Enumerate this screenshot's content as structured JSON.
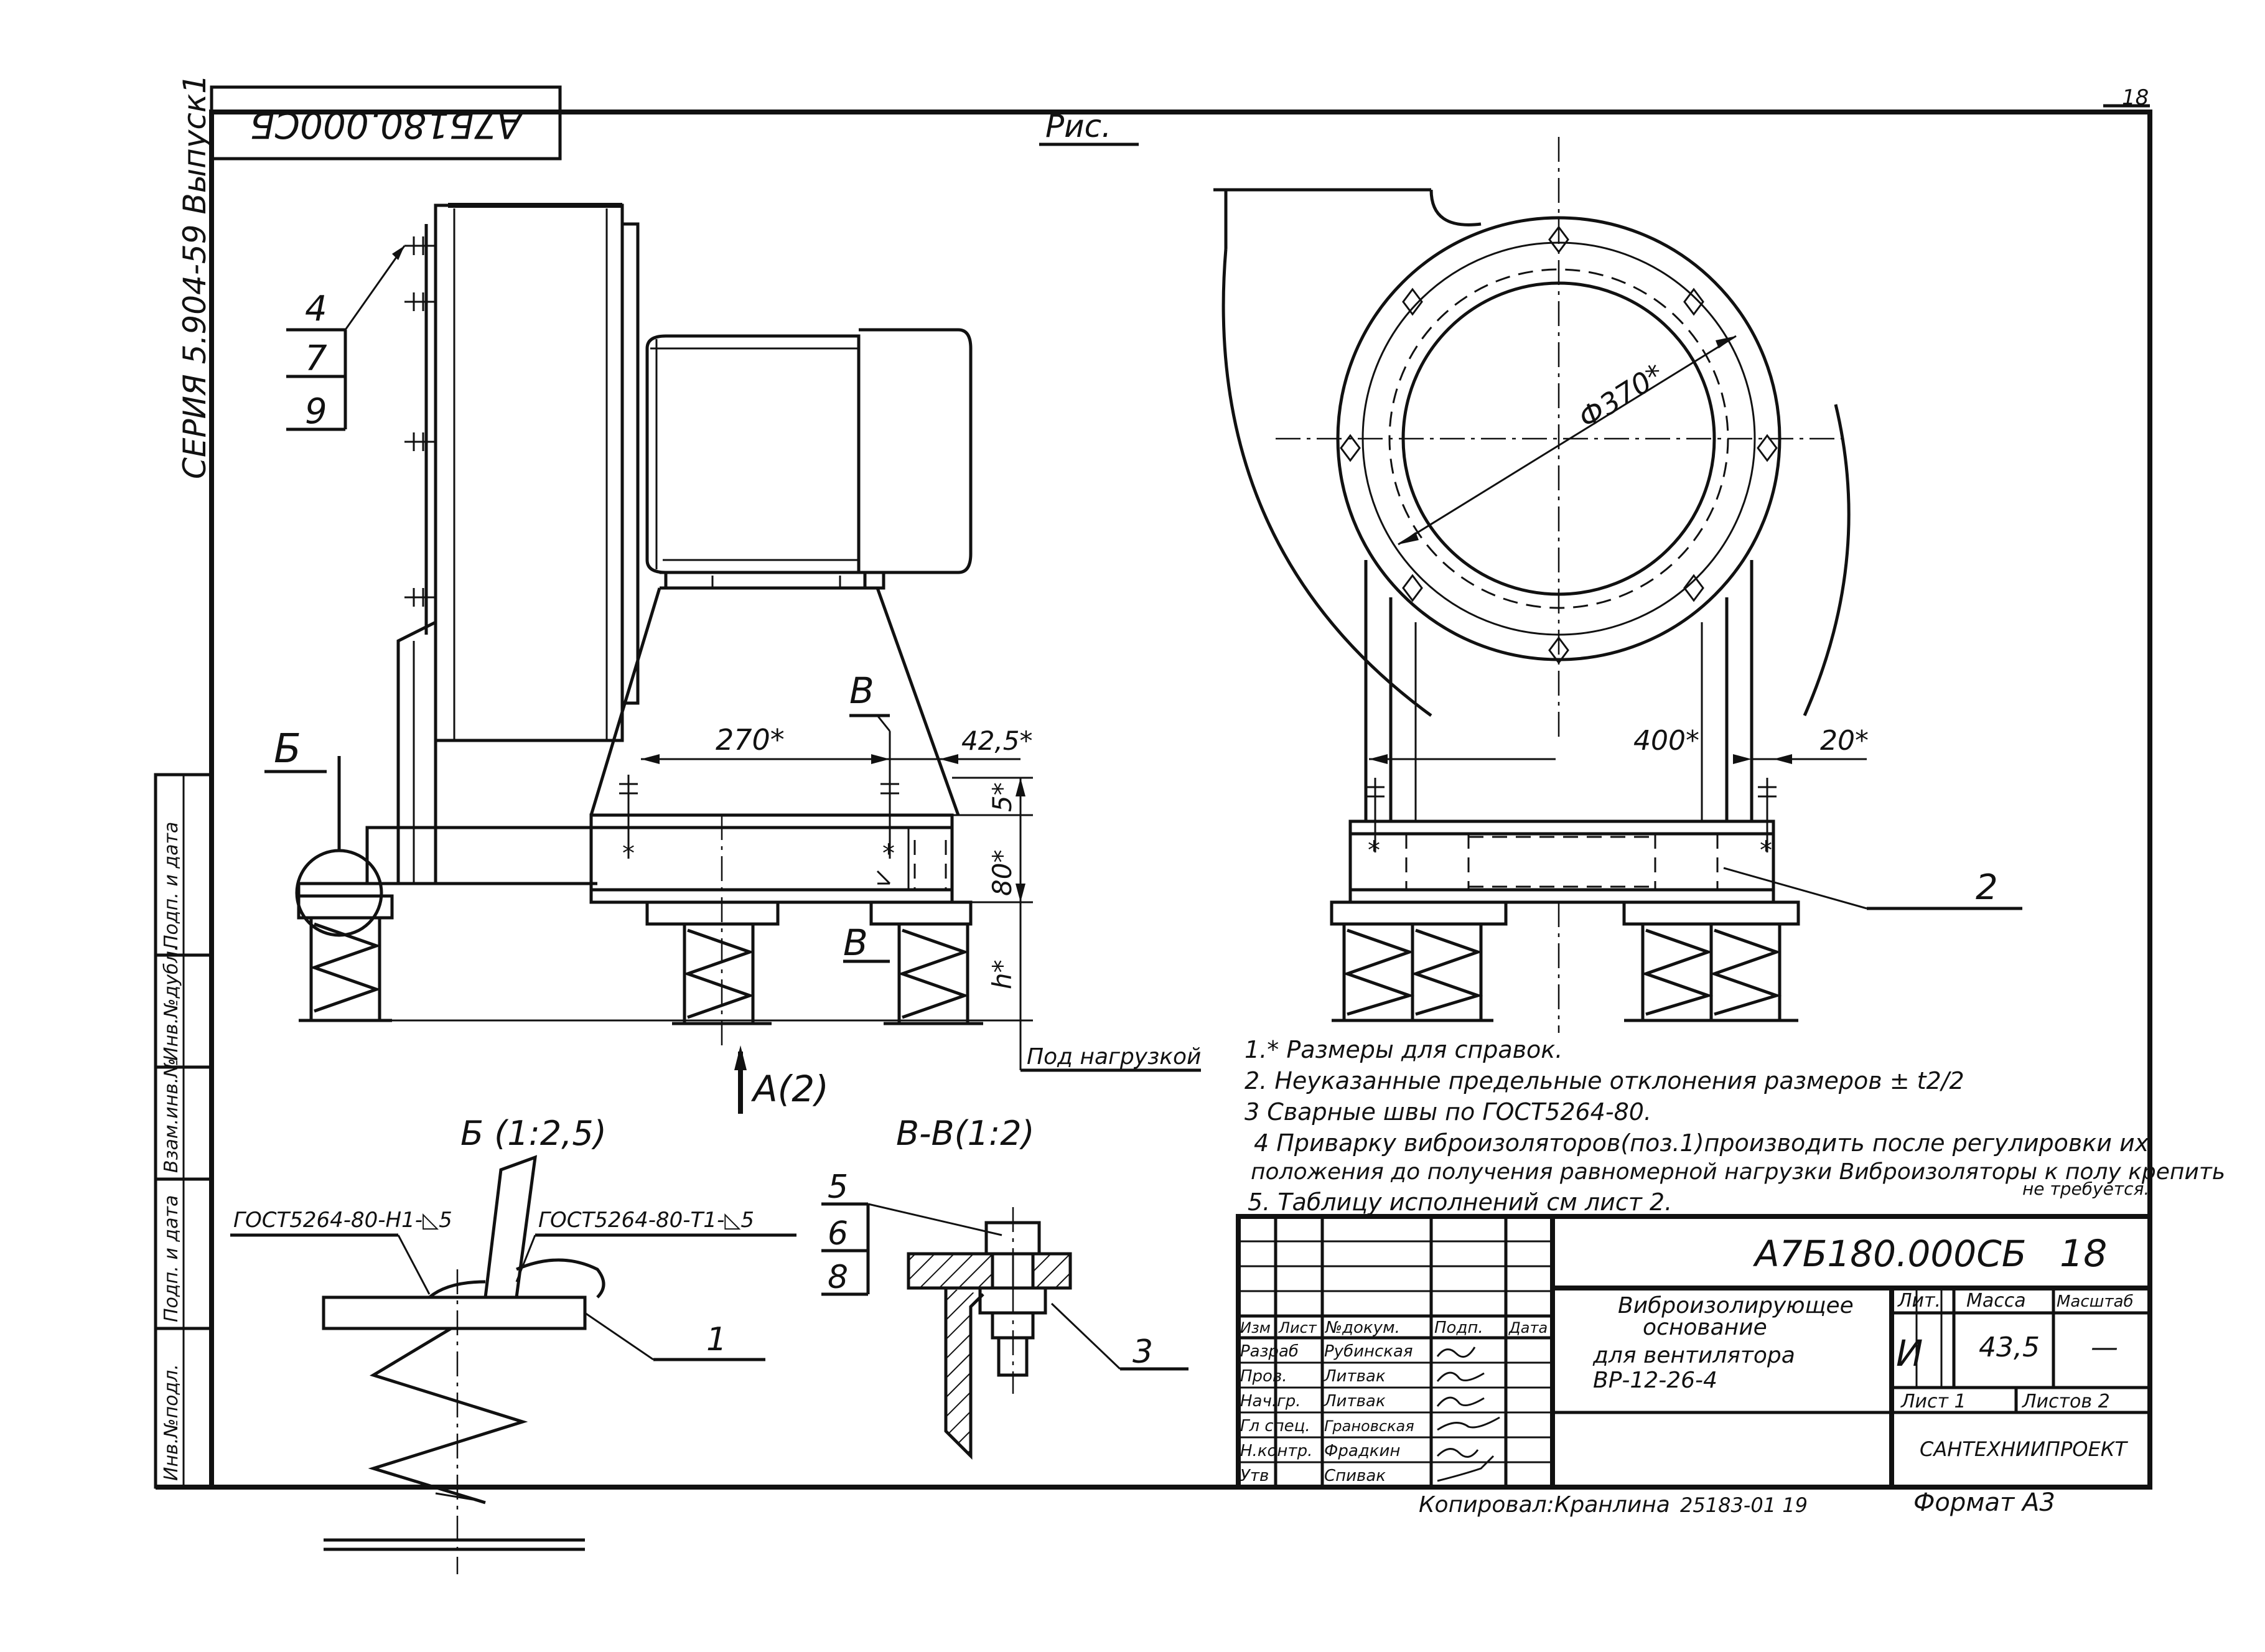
{
  "sheet": {
    "corner_page": "18",
    "figure_label": "Рис."
  },
  "stamp": {
    "rotated_code": "А7Б180.000СБ",
    "series_text": "СЕРИЯ 5.904-59  Выпуск1"
  },
  "side_strip": {
    "labels": [
      "Инв.№подл.",
      "Подп. и дата",
      "Взам.инв.№",
      "Инв.№дубл.",
      "Подп. и дата"
    ]
  },
  "callouts": {
    "stack": [
      "4",
      "7",
      "9"
    ],
    "b_label": "Б",
    "v_top": "В",
    "v_bottom": "В",
    "pos2": "2",
    "pos1": "1",
    "pos3": "3",
    "stack_vv": [
      "5",
      "6",
      "8"
    ]
  },
  "dimensions": {
    "d270": "270*",
    "d42": "42,5*",
    "d5": "5*",
    "d80": "80*",
    "dh": "h*",
    "d400": "400*",
    "d20": "20*",
    "d370": "Ф370*",
    "load": "Под нагрузкой"
  },
  "views": {
    "arrow_a": "А(2)",
    "b_title": "Б (1:2,5)",
    "vv_title": "В-В(1:2)",
    "weld1": "ГОСТ5264-80-Н1-◺5",
    "weld2": "ГОСТ5264-80-Т1-◺5"
  },
  "notes": [
    "1.* Размеры для справок.",
    "2. Неуказанные предельные отклонения размеров ± t2/2",
    "3 Сварные швы по ГОСТ5264-80.",
    "4 Приварку виброизоляторов(поз.1)производить после регулировки их",
    "положения до получения равномерной нагрузки Виброизоляторы к полу крепить",
    "не требуется.",
    "5. Таблицу исполнений см лист 2."
  ],
  "title_block": {
    "code": "А7Б180.000СБ",
    "page_num": "18",
    "title_lines": [
      "Виброизолирующее",
      "основание",
      "для вентилятора",
      "ВР-12-26-4"
    ],
    "col_heads": [
      "Изм",
      "Лист",
      "№докум.",
      "Подп.",
      "Дата"
    ],
    "roles": [
      {
        "role": "Разраб",
        "name": "Рубинская"
      },
      {
        "role": "Пров.",
        "name": "Литвак"
      },
      {
        "role": "Нач.гр.",
        "name": "Литвак"
      },
      {
        "role": "Гл спец.",
        "name": "Грановская"
      },
      {
        "role": "Н.контр.",
        "name": "Фрадкин"
      },
      {
        "role": "Утв",
        "name": "Спивак"
      }
    ],
    "lit_head": "Лит.",
    "mass_head": "Масса",
    "scale_head": "Масштаб",
    "lit_value": "И",
    "mass_value": "43,5",
    "scale_value": "—",
    "sheet_label": "Лист 1",
    "sheets_label": "Листов 2",
    "org": "САНТЕХНИИПРОЕКТ"
  },
  "footer": {
    "copied": "Копировал:Кранлина",
    "order": "25183-01  19",
    "format": "Формат А3"
  }
}
